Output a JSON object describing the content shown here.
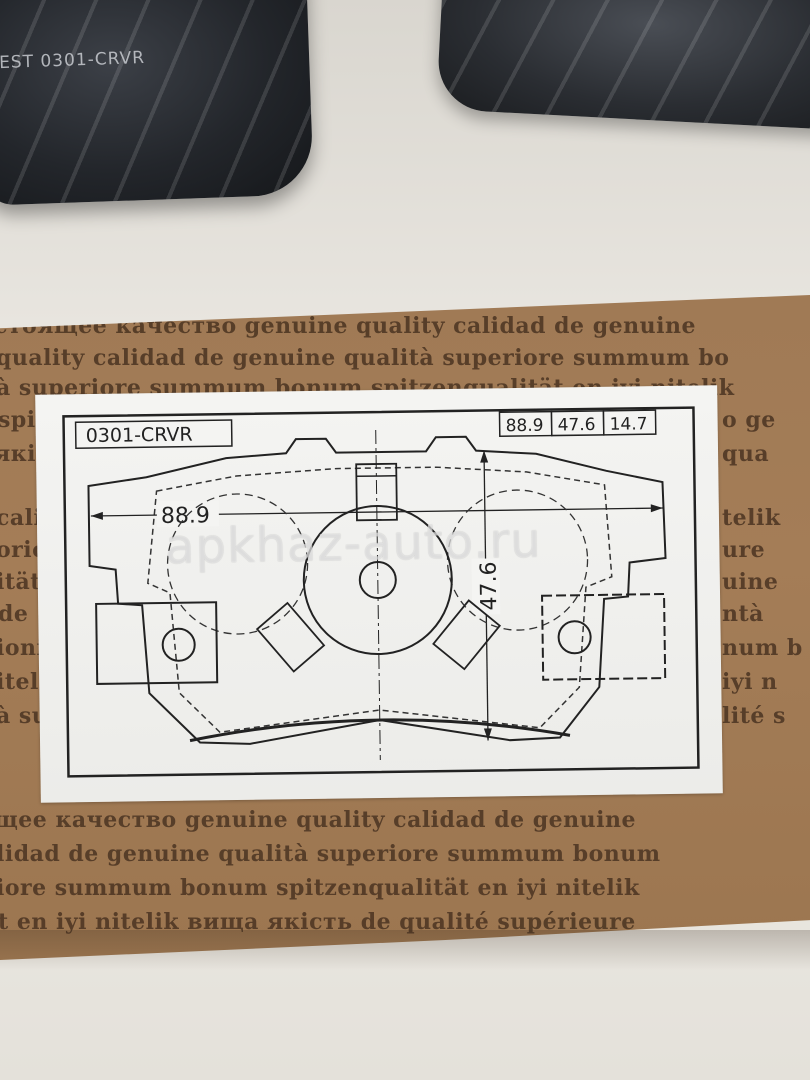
{
  "top_pad_label": "EST 0301-CRVR",
  "box_pattern_lines": [
    "стоящее качество  genuine quality  calidad de genuine",
    "quality  calidad de genuine  qualità superiore  summum bo",
    "à superiore  summum bonum  spitzenqualität  en iyi nitelik",
    "spitz",
    "якість",
    "calidad",
    "orior",
    "ität",
    "de",
    "ioni",
    "itel",
    "à su",
    "щее качество  genuine quality  calidad de genuine",
    "lidad de genuine  qualità superiore  summum bonum",
    "iore  summum bonum  spitzenqualität  en iyi nitelik",
    "t  en iyi nitelik  вища якість  de qualité supérieure"
  ],
  "box_pattern_right": [
    "o ge",
    "qua",
    "telik",
    "ure",
    "uine",
    "ntà",
    "num b",
    "iyi n",
    "lité s"
  ],
  "sticker": {
    "part_number": "0301-CRVR",
    "dim_boxes": [
      "88.9",
      "47.6",
      "14.7"
    ],
    "width_label": "88.9",
    "height_label": "47.6"
  },
  "watermark": "apkhaz-auto.ru"
}
